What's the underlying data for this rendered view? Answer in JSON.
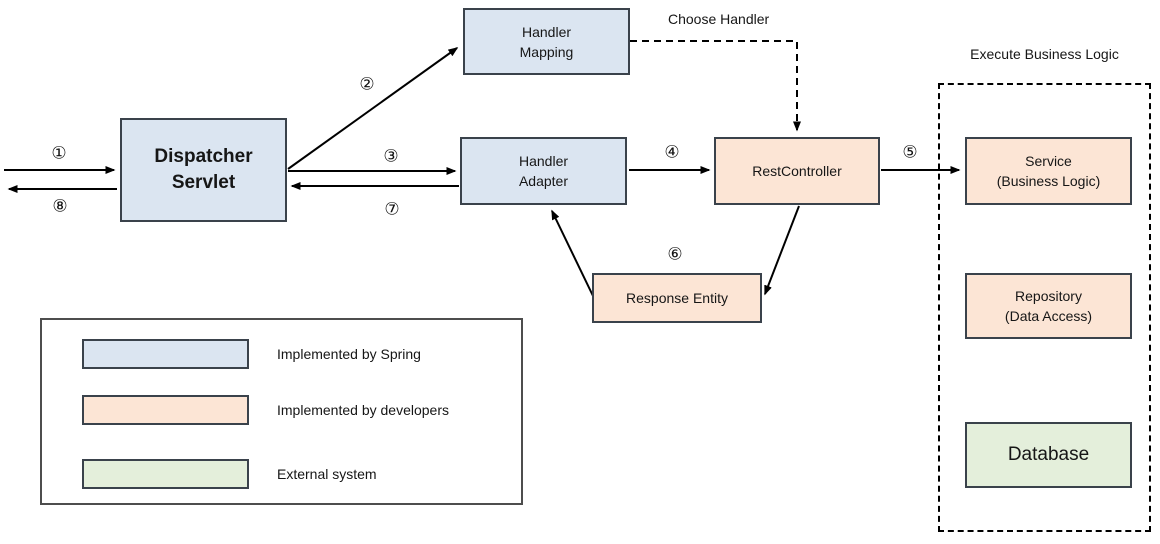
{
  "nodes": {
    "dispatcher_servlet": {
      "line1": "Dispatcher",
      "line2": "Servlet"
    },
    "handler_mapping": {
      "line1": "Handler",
      "line2": "Mapping"
    },
    "handler_adapter": {
      "line1": "Handler",
      "line2": "Adapter"
    },
    "rest_controller": {
      "label": "RestController"
    },
    "response_entity": {
      "label": "Response Entity"
    },
    "service": {
      "line1": "Service",
      "line2": "(Business Logic)"
    },
    "repository": {
      "line1": "Repository",
      "line2": "(Data Access)"
    },
    "database": {
      "label": "Database"
    }
  },
  "annotations": {
    "choose_handler": "Choose Handler",
    "execute_business_logic": "Execute Business Logic"
  },
  "steps": {
    "s1": "①",
    "s2": "②",
    "s3": "③",
    "s4": "④",
    "s5": "⑤",
    "s6": "⑥",
    "s7": "⑦",
    "s8": "⑧"
  },
  "legend": {
    "items": [
      {
        "label": "Implemented by Spring",
        "color": "#dbe5f1"
      },
      {
        "label": "Implemented by developers",
        "color": "#fce5d5"
      },
      {
        "label": "External system",
        "color": "#e4efdb"
      }
    ]
  },
  "colors": {
    "spring_fill": "#dbe5f1",
    "developer_fill": "#fce5d5",
    "external_fill": "#e4efdb",
    "box_border": "#3a424b",
    "arrow": "#000000"
  }
}
